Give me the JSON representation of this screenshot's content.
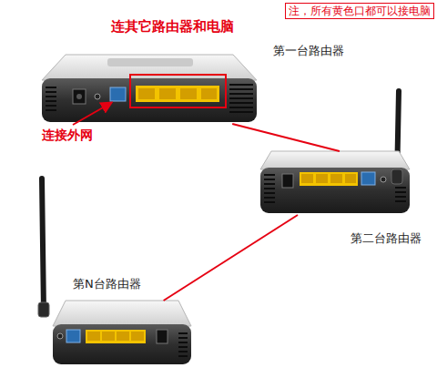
{
  "diagram": {
    "nodes": [
      {
        "text": [
          "第一台路由器"
        ]
      },
      {
        "text": [
          "第二台路由器"
        ]
      },
      {
        "text": [
          "第N台路由器"
        ]
      }
    ],
    "edges": [
      {
        "from": 0,
        "to": 1,
        "arrow": "none"
      },
      {
        "from": 1,
        "to": 2,
        "arrow": "none"
      }
    ],
    "labels": [
      "注，所有黄色口都可以接电脑",
      "连其它路由器和电脑",
      "连接外网"
    ]
  }
}
